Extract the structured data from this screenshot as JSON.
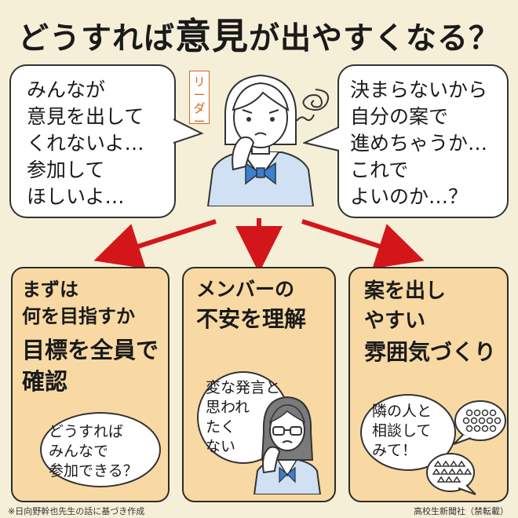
{
  "title": {
    "part1": "どうすれば",
    "part2": "意見",
    "part3": "が",
    "part4": "出やすくなる？"
  },
  "leader_tag": "リーダー",
  "left_bubble": "みんなが\n意見を出して\nくれないよ…\n参加して\nほしいよ…",
  "right_bubble": "決まらないから\n自分の案で\n進めちゃうか…\nこれで\nよいのか…？",
  "cards": [
    {
      "line1": "まずは\n何を目指すか",
      "line2": "目標を全員で\n確認",
      "cloud": "どうすれば\nみんなで\n参加できる？"
    },
    {
      "line1": "メンバーの",
      "line2": "不安を理解",
      "cloud": "変な発言と\n思われ\nたく\nない"
    },
    {
      "line1": "案を出し\nやすい",
      "line2": "雰囲気づくり",
      "cloud": "隣の人と\n相談して\nみて！"
    }
  ],
  "footer": {
    "note": "※日向野幹也先生の話に基づき作成",
    "credit": "高校生新聞社（禁転載）"
  },
  "colors": {
    "background": "#f6efd8",
    "card": "#f8d9a4",
    "arrow": "#d3161a",
    "uniform": "#cfe1f2",
    "tie": "#3a7fd0"
  }
}
